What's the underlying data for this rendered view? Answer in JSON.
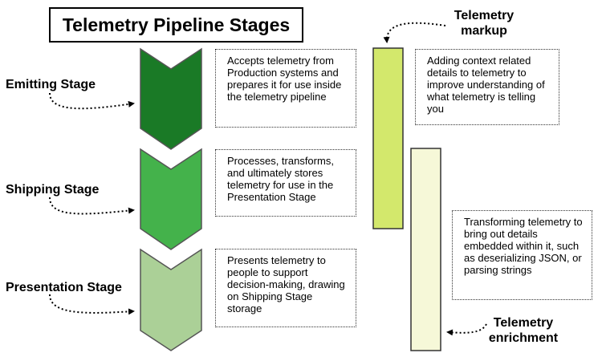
{
  "title": "Telemetry Pipeline Stages",
  "stages": [
    {
      "label": "Emitting Stage",
      "description": "Accepts telemetry from Production systems and prepares it for use inside the telemetry pipeline",
      "color": "#1a7a26"
    },
    {
      "label": "Shipping Stage",
      "description": "Processes, transforms, and ultimately stores telemetry for use in the Presentation Stage",
      "color": "#44b24b"
    },
    {
      "label": "Presentation Stage",
      "description": "Presents telemetry to people to support decision-making, drawing on Shipping Stage storage",
      "color": "#abd097"
    }
  ],
  "markup": {
    "label_line1": "Telemetry",
    "label_line2": "markup",
    "description": "Adding context related details to telemetry to improve understanding of what telemetry is telling you",
    "color": "#d3e86c"
  },
  "enrichment": {
    "label_line1": "Telemetry",
    "label_line2": "enrichment",
    "description": "Transforming telemetry to bring out details embedded within it, such as deserializing JSON, or parsing strings",
    "color": "#f6f8d8"
  }
}
